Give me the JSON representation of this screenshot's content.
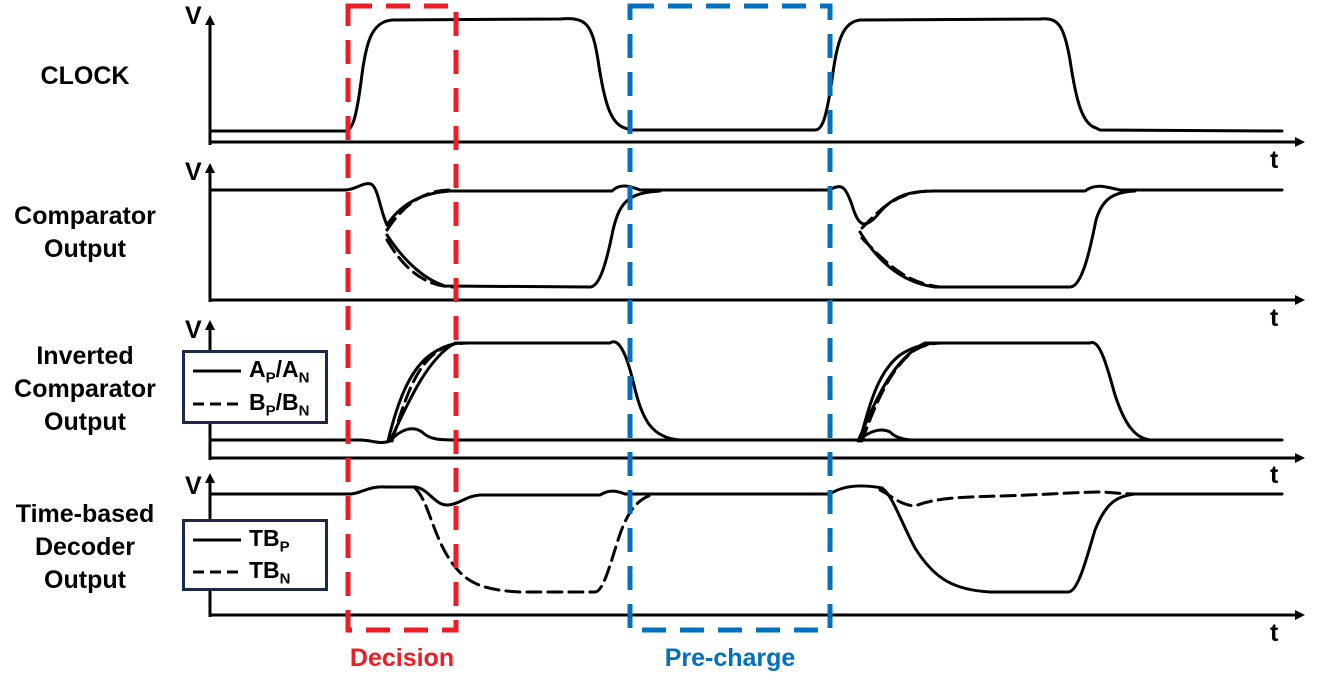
{
  "rows": [
    {
      "id": "clock",
      "lines": [
        "CLOCK"
      ],
      "v_label": "V",
      "t_label": "t"
    },
    {
      "id": "comp",
      "lines": [
        "Comparator",
        "Output"
      ],
      "v_label": "V",
      "t_label": "t"
    },
    {
      "id": "inv",
      "lines": [
        "Inverted",
        "Comparator",
        "Output"
      ],
      "v_label": "V",
      "t_label": "t"
    },
    {
      "id": "tb",
      "lines": [
        "Time-based",
        "Decoder",
        "Output"
      ],
      "v_label": "V",
      "t_label": "t"
    }
  ],
  "legend_inv": [
    {
      "style": "solid",
      "base1": "A",
      "sub1": "P",
      "sep": "/",
      "base2": "A",
      "sub2": "N"
    },
    {
      "style": "dashed",
      "base1": "B",
      "sub1": "P",
      "sep": "/",
      "base2": "B",
      "sub2": "N"
    }
  ],
  "legend_tb": [
    {
      "style": "solid",
      "base1": "TB",
      "sub1": "P"
    },
    {
      "style": "dashed",
      "base1": "TB",
      "sub1": "N"
    }
  ],
  "phases": {
    "decision": {
      "label": "Decision",
      "color": "#ee1c24"
    },
    "precharge": {
      "label": "Pre-charge",
      "color": "#0070c0"
    }
  }
}
